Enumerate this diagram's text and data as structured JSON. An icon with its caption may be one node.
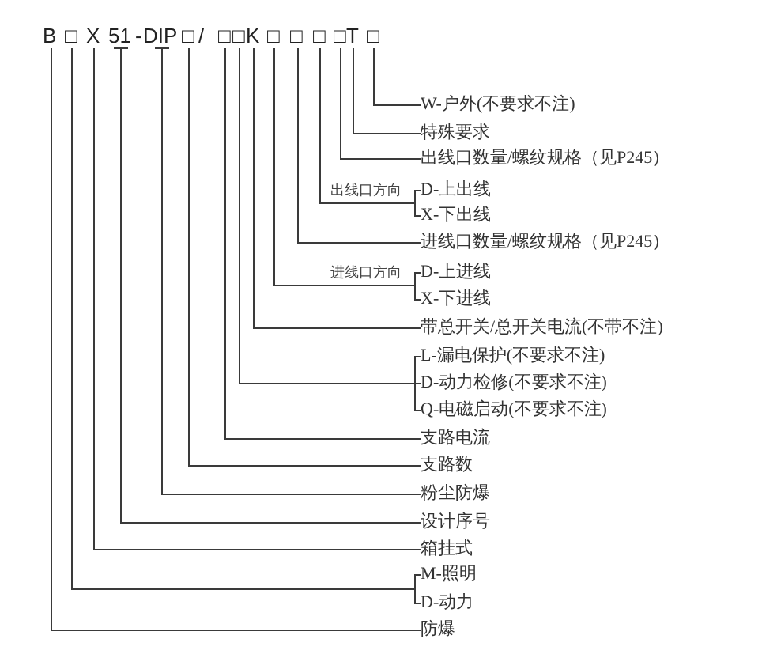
{
  "diagram": {
    "nodes": [
      {
        "text": [
          "B"
        ]
      },
      {
        "text": [
          "□"
        ]
      },
      {
        "text": [
          "X"
        ]
      },
      {
        "text": [
          "51"
        ]
      },
      {
        "text": [
          "DIP"
        ]
      },
      {
        "text": [
          "□"
        ]
      },
      {
        "text": [
          "□"
        ]
      },
      {
        "text": [
          "□"
        ]
      },
      {
        "text": [
          "K"
        ]
      },
      {
        "text": [
          "□"
        ]
      },
      {
        "text": [
          "□"
        ]
      },
      {
        "text": [
          "□"
        ]
      },
      {
        "text": [
          "□"
        ]
      },
      {
        "text": [
          "T"
        ]
      },
      {
        "text": [
          "□"
        ]
      },
      {
        "text": [
          "W-户外(不要求不注)"
        ]
      },
      {
        "text": [
          "特殊要求"
        ]
      },
      {
        "text": [
          "出线口数量/螺纹规格（见P245）"
        ]
      },
      {
        "text": [
          "D-上出线"
        ]
      },
      {
        "text": [
          "X-下出线"
        ]
      },
      {
        "text": [
          "进线口数量/螺纹规格（见P245）"
        ]
      },
      {
        "text": [
          "D-上进线"
        ]
      },
      {
        "text": [
          "X-下进线"
        ]
      },
      {
        "text": [
          "带总开关/总开关电流(不带不注)"
        ]
      },
      {
        "text": [
          "L-漏电保护(不要求不注)"
        ]
      },
      {
        "text": [
          "D-动力检修(不要求不注)"
        ]
      },
      {
        "text": [
          "Q-电磁启动(不要求不注)"
        ]
      },
      {
        "text": [
          "支路电流"
        ]
      },
      {
        "text": [
          "支路数"
        ]
      },
      {
        "text": [
          "粉尘防爆"
        ]
      },
      {
        "text": [
          "设计序号"
        ]
      },
      {
        "text": [
          "箱挂式"
        ]
      },
      {
        "text": [
          "M-照明"
        ]
      },
      {
        "text": [
          "D-动力"
        ]
      },
      {
        "text": [
          "防爆"
        ]
      }
    ],
    "edges": [
      {
        "from": 0,
        "to": 34,
        "arrow": "none"
      },
      {
        "from": 1,
        "to": 32,
        "arrow": "none"
      },
      {
        "from": 1,
        "to": 33,
        "arrow": "none"
      },
      {
        "from": 2,
        "to": 31,
        "arrow": "none"
      },
      {
        "from": 3,
        "to": 30,
        "arrow": "other"
      },
      {
        "from": 4,
        "to": 29,
        "arrow": "other"
      },
      {
        "from": 5,
        "to": 28,
        "arrow": "none"
      },
      {
        "from": 6,
        "to": 27,
        "arrow": "none"
      },
      {
        "from": 7,
        "to": 24,
        "arrow": "none"
      },
      {
        "from": 7,
        "to": 25,
        "arrow": "none"
      },
      {
        "from": 7,
        "to": 26,
        "arrow": "none"
      },
      {
        "from": 8,
        "to": 23,
        "arrow": "none"
      },
      {
        "from": 9,
        "to": 21,
        "arrow": "none",
        "label": "进线口方向"
      },
      {
        "from": 9,
        "to": 22,
        "arrow": "none"
      },
      {
        "from": 10,
        "to": 20,
        "arrow": "none"
      },
      {
        "from": 11,
        "to": 18,
        "arrow": "none",
        "label": "出线口方向"
      },
      {
        "from": 11,
        "to": 19,
        "arrow": "none"
      },
      {
        "from": 12,
        "to": 17,
        "arrow": "none"
      },
      {
        "from": 13,
        "to": 16,
        "arrow": "none"
      },
      {
        "from": 14,
        "to": 15,
        "arrow": "none"
      }
    ],
    "labels": [
      "-",
      "/"
    ]
  }
}
